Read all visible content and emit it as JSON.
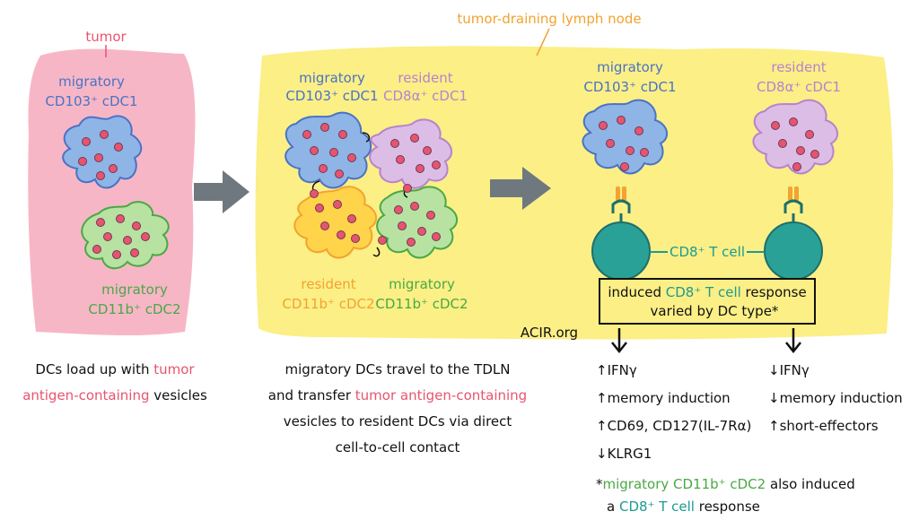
{
  "colors": {
    "tumor_bg": "#f7b6c6",
    "lymph_bg": "#fbef86",
    "blue_cell": "#8fb4e6",
    "purple_cell": "#dcbde6",
    "green_cell": "#b7e2a2",
    "yellow_cell": "#ffd44a",
    "dot": "#e8546e",
    "tcell": "#2aa197",
    "arrow": "#6f787f",
    "label_blue": "#4a73c4",
    "label_purple": "#b783cc",
    "label_green": "#4aa845",
    "label_orange": "#f2a330",
    "label_pink": "#e8546e",
    "label_teal": "#1e9a8f"
  },
  "panel1": {
    "tumor_label": "tumor",
    "blue_label_1": "migratory",
    "blue_label_2": "CD103⁺ cDC1",
    "green_label_1": "migratory",
    "green_label_2": "CD11b⁺ cDC2"
  },
  "panel2": {
    "tdln_label": "tumor-draining lymph node",
    "blue_label_1": "migratory",
    "blue_label_2": "CD103⁺ cDC1",
    "purple_label_1": "resident",
    "purple_label_2": "CD8α⁺ cDC1",
    "orange_label_1": "resident",
    "orange_label_2": "CD11b⁺ cDC2",
    "green_label_1": "migratory",
    "green_label_2": "CD11b⁺ cDC2"
  },
  "panel3": {
    "blue_label_1": "migratory",
    "blue_label_2": "CD103⁺ cDC1",
    "purple_label_1": "resident",
    "purple_label_2": "CD8α⁺ cDC1",
    "tcell_label": "CD8⁺ T cell",
    "box_line1_a": "induced ",
    "box_line1_b": "CD8⁺ T cell",
    "box_line1_c": " response",
    "box_line2": "varied by DC type*",
    "watermark": "ACIR.org"
  },
  "captions": {
    "c1_line1_a": "DCs load up with ",
    "c1_line1_b": "tumor",
    "c1_line2_a": "antigen-containing",
    "c1_line2_b": " vesicles",
    "c2_line1": "migratory DCs travel to the TDLN",
    "c2_line2_a": "and transfer ",
    "c2_line2_b": "tumor antigen-containing",
    "c2_line3": "vesicles to resident DCs via direct",
    "c2_line4": "cell-to-cell contact"
  },
  "left_results": [
    "↑IFNγ",
    "↑memory induction",
    "↑CD69, CD127(IL-7Rα)",
    "↓KLRG1"
  ],
  "right_results": [
    "↓IFNγ",
    "↓memory induction",
    "↑short-effectors"
  ],
  "footnote": {
    "star": "*",
    "a": "migratory CD11b⁺ cDC2",
    "b": " also induced",
    "c": "a ",
    "d": "CD8⁺ T cell",
    "e": " response"
  }
}
